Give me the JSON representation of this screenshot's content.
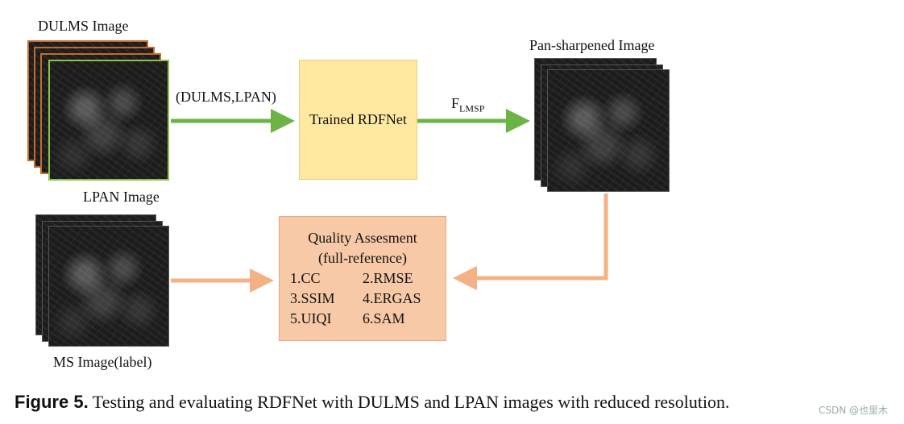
{
  "labels": {
    "dulms_image": "DULMS Image",
    "lpan_image": "LPAN Image",
    "pan_sharpened_image": "Pan-sharpened Image",
    "ms_image_label": "MS Image(label)",
    "input_pair": "(DULMS,LPAN)",
    "output_symbol": "F",
    "output_subscript": "LMSP"
  },
  "trained_box": {
    "text": "Trained RDFNet"
  },
  "quality_box": {
    "title": "Quality Assesment",
    "subtitle": "(full-reference)",
    "metrics": [
      "1.CC",
      "2.RMSE",
      "3.SSIM",
      "4.ERGAS",
      "5.UIQI",
      "6.SAM"
    ]
  },
  "caption": {
    "prefix": "Figure 5.",
    "text": "Testing and evaluating RDFNet with DULMS and LPAN images with reduced resolution."
  },
  "watermark": "CSDN @也里木",
  "colors": {
    "green_arrow": "#6ab344",
    "orange_arrow": "#f4b183",
    "rdf_fill": "#ffe9a0",
    "qa_fill": "#f7c9a6"
  }
}
